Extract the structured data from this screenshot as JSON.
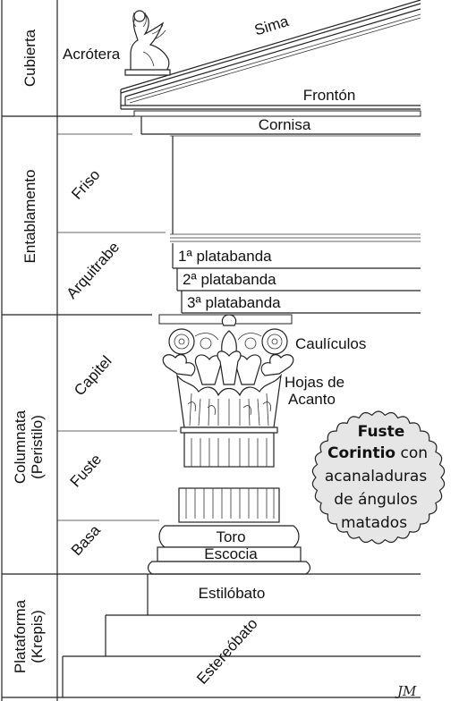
{
  "categories": {
    "cubierta": "Cubierta",
    "entablamento": "Entablamento",
    "columnata_1": "Columnata",
    "columnata_2": "(Peristilo)",
    "plataforma_1": "Plataforma",
    "plataforma_2": "(Krepis)"
  },
  "subparts": {
    "acrotera": "Acrótera",
    "friso": "Friso",
    "arquitrabe": "Arquitrabe",
    "capitel": "Capitel",
    "fuste": "Fuste",
    "basa": "Basa"
  },
  "labels": {
    "sima": "Sima",
    "fronton": "Frontón",
    "cornisa": "Cornisa",
    "platabanda_1": "1ª platabanda",
    "platabanda_2": "2ª platabanda",
    "platabanda_3": "3ª platabanda",
    "cauliculos": "Caulículos",
    "hojas_1": "Hojas de",
    "hojas_2": "Acanto",
    "toro": "Toro",
    "escocia": "Escocia",
    "estilobato": "Estilóbato",
    "estereobato": "Estereóbato"
  },
  "note": {
    "line1": "Fuste",
    "line2_bold": "Corintio",
    "line2_rest": " con",
    "line3": "acanaladuras",
    "line4": "de ángulos",
    "line5": "matados",
    "fill_color": "#e6e6e6"
  },
  "signature": "JM"
}
